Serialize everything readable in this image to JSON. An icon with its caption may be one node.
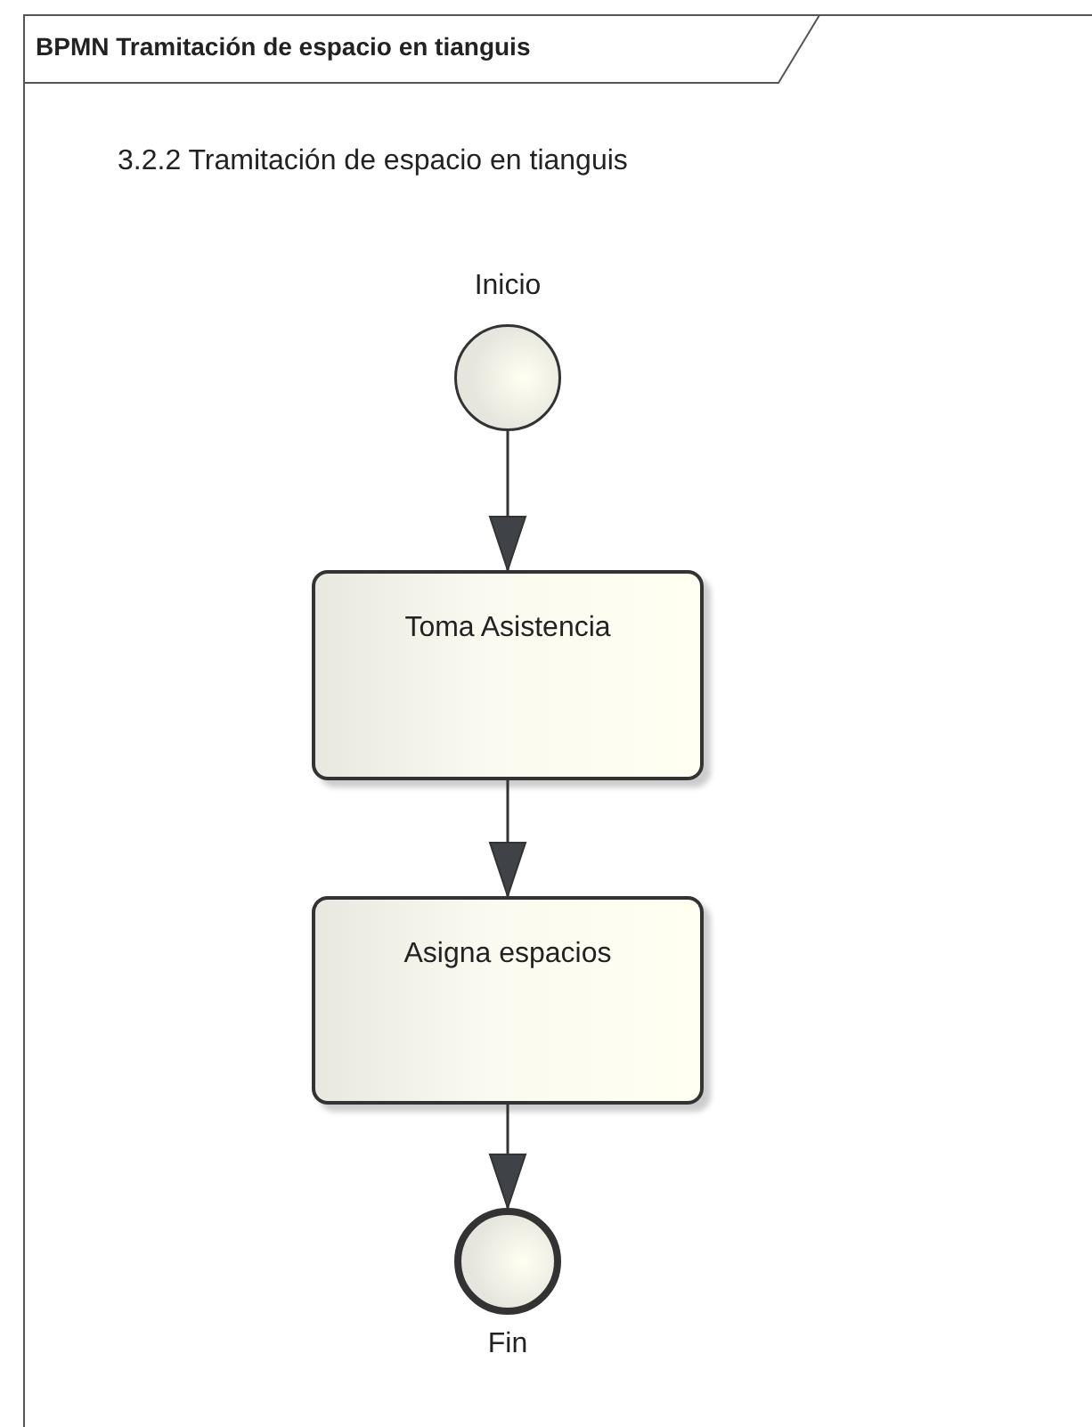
{
  "diagram": {
    "title": "BPMN Tramitación de espacio en tianguis",
    "nodes": [
      {
        "text": [
          "Inicio"
        ]
      },
      {
        "text": [
          "Toma Asistencia"
        ]
      },
      {
        "text": [
          "Asigna espacios"
        ]
      },
      {
        "text": [
          "Fin"
        ]
      }
    ],
    "edges": [
      {
        "from": 0,
        "to": 1,
        "arrow": "to"
      },
      {
        "from": 1,
        "to": 2,
        "arrow": "to"
      },
      {
        "from": 2,
        "to": 3,
        "arrow": "to"
      }
    ],
    "labels": [
      "3.2.2 Tramitación de espacio en tianguis"
    ]
  }
}
